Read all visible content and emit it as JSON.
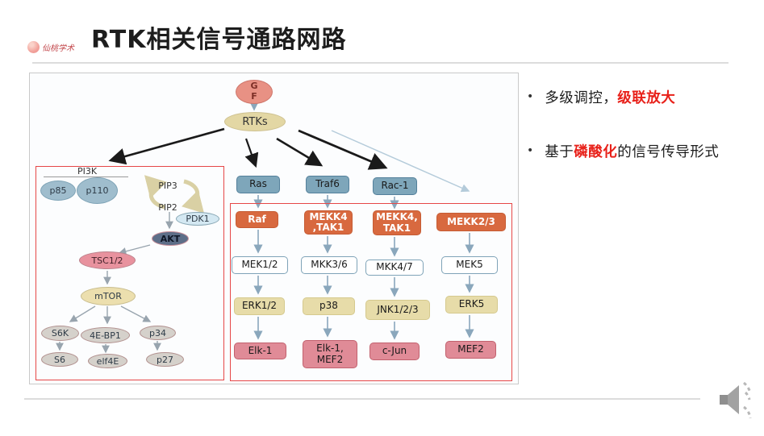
{
  "colors": {
    "highlight_red": "#e8211a",
    "red_frame_border": "#e64747",
    "orange_box": "#d8693f",
    "blue_box": "#7ea6ba",
    "tan_box": "#e7dca9",
    "pink_box": "#e08b97"
  },
  "header": {
    "brand": "仙桃学术",
    "title": "RTK相关信号通路网路"
  },
  "bullets": [
    {
      "prefix": "多级调控，",
      "highlight": "级联放大",
      "suffix": ""
    },
    {
      "prefix": "基于",
      "highlight": "磷酸化",
      "suffix": "的信号传导形式"
    }
  ],
  "diagram": {
    "gf": "G\nF",
    "rtks": "RTKs",
    "pi3k": {
      "label": "PI3K",
      "p85": "p85",
      "p110": "p110",
      "pip3": "PIP3",
      "pip2": "PIP2",
      "pdk1": "PDK1",
      "akt": "AKT",
      "tsc12": "TSC1/2",
      "mtor": "mTOR",
      "s6k": "S6K",
      "ebp1": "4E-BP1",
      "p34": "p34",
      "s6": "S6",
      "elf4e": "elf4E",
      "p27": "p27"
    },
    "inputs": [
      "Ras",
      "Traf6",
      "Rac-1"
    ],
    "tier1": [
      "Raf",
      "MEKK4\n,TAK1",
      "MEKK4,\nTAK1",
      "MEKK2/3"
    ],
    "tier2": [
      "MEK1/2",
      "MKK3/6",
      "MKK4/7",
      "MEK5"
    ],
    "tier3": [
      "ERK1/2",
      "p38",
      "JNK1/2/3",
      "ERK5"
    ],
    "tier4": [
      "Elk-1",
      "Elk-1,\nMEF2",
      "c-Jun",
      "MEF2"
    ]
  }
}
